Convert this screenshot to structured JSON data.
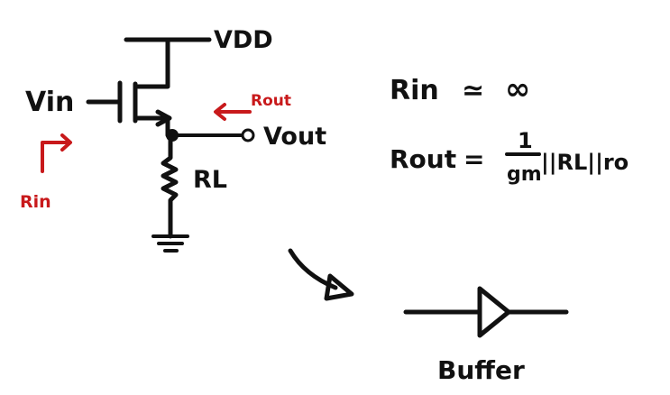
{
  "circuit": {
    "vdd_label": "VDD",
    "vin_label": "Vin",
    "vout_label": "Vout",
    "rl_label": "RL",
    "rout_marker": "Rout",
    "rin_marker": "Rin"
  },
  "equations": {
    "rin_lhs": "Rin",
    "rin_op": "≃",
    "rin_rhs": "∞",
    "rout_lhs": "Rout",
    "rout_op": "=",
    "rout_num": "1",
    "rout_den": "gm",
    "rout_rest": "||RL||ro"
  },
  "buffer": {
    "label": "Buffer"
  },
  "colors": {
    "ink": "#111111",
    "annotation": "#c8191b"
  }
}
